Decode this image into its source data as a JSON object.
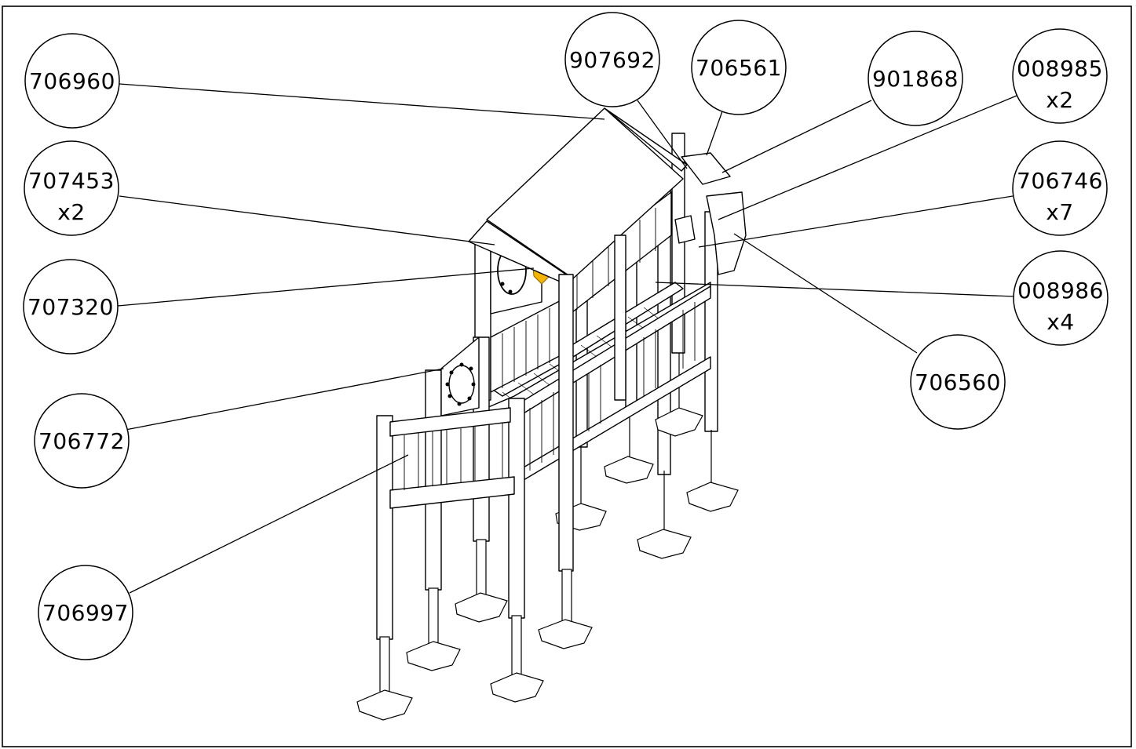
{
  "callouts": [
    {
      "id": "706960",
      "lines": [
        "706960"
      ]
    },
    {
      "id": "907692",
      "lines": [
        "907692"
      ]
    },
    {
      "id": "706561",
      "lines": [
        "706561"
      ]
    },
    {
      "id": "901868",
      "lines": [
        "901868"
      ]
    },
    {
      "id": "008985",
      "lines": [
        "008985",
        "x2"
      ]
    },
    {
      "id": "707453",
      "lines": [
        "707453",
        "x2"
      ]
    },
    {
      "id": "706746",
      "lines": [
        "706746",
        "x7"
      ]
    },
    {
      "id": "707320",
      "lines": [
        "707320"
      ]
    },
    {
      "id": "008986",
      "lines": [
        "008986",
        "x4"
      ]
    },
    {
      "id": "706772",
      "lines": [
        "706772"
      ]
    },
    {
      "id": "706560",
      "lines": [
        "706560"
      ]
    },
    {
      "id": "706997",
      "lines": [
        "706997"
      ]
    }
  ],
  "colors": {
    "line": "#000000",
    "background": "#ffffff",
    "accent_part": "#f4b400"
  }
}
